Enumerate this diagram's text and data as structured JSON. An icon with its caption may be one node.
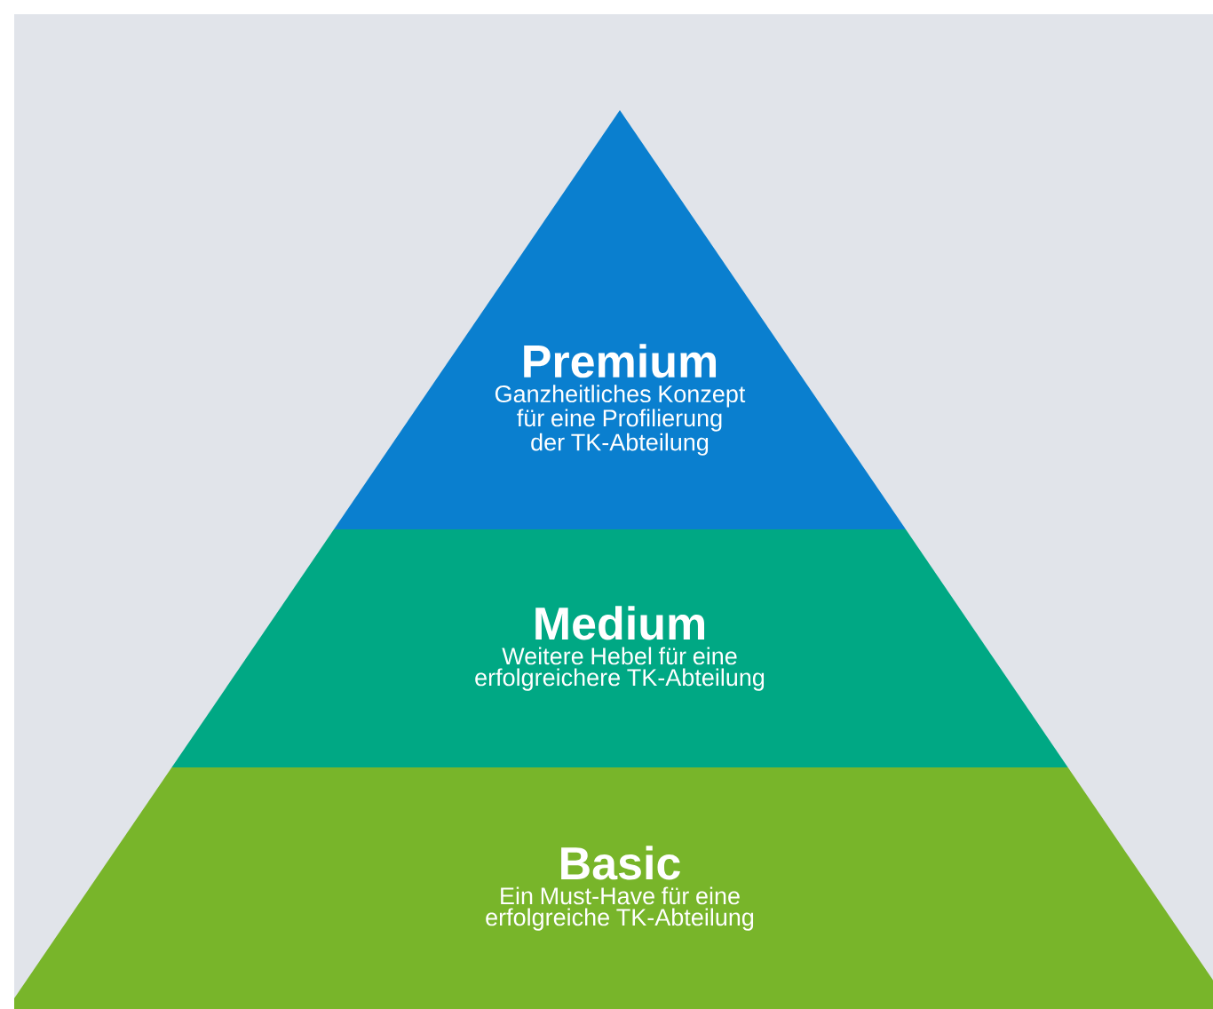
{
  "diagram": {
    "nodes": [
      {
        "text": [
          "Premium",
          "Ganzheitliches Konzept für eine Profilierung der TK-Abteilung"
        ]
      },
      {
        "text": [
          "Medium",
          "Weitere Hebel für eine erfolgreichere TK-Abteilung"
        ]
      },
      {
        "text": [
          "Basic",
          "Ein Must-Have für eine erfolgreiche TK-Abteilung"
        ]
      }
    ]
  }
}
